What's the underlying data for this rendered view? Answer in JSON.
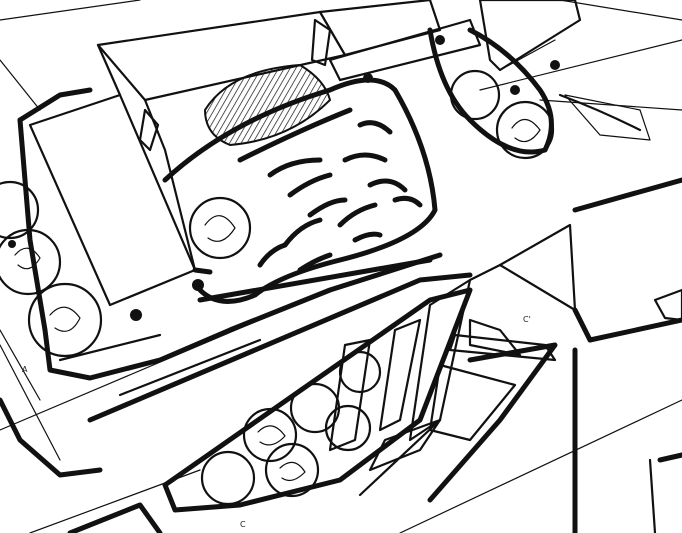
{
  "drawing": {
    "ink_color": "#111111",
    "paper_color": "#ffffff",
    "annotations": {
      "label_a": "A",
      "label_c": "C'",
      "label_c2": "C"
    }
  }
}
